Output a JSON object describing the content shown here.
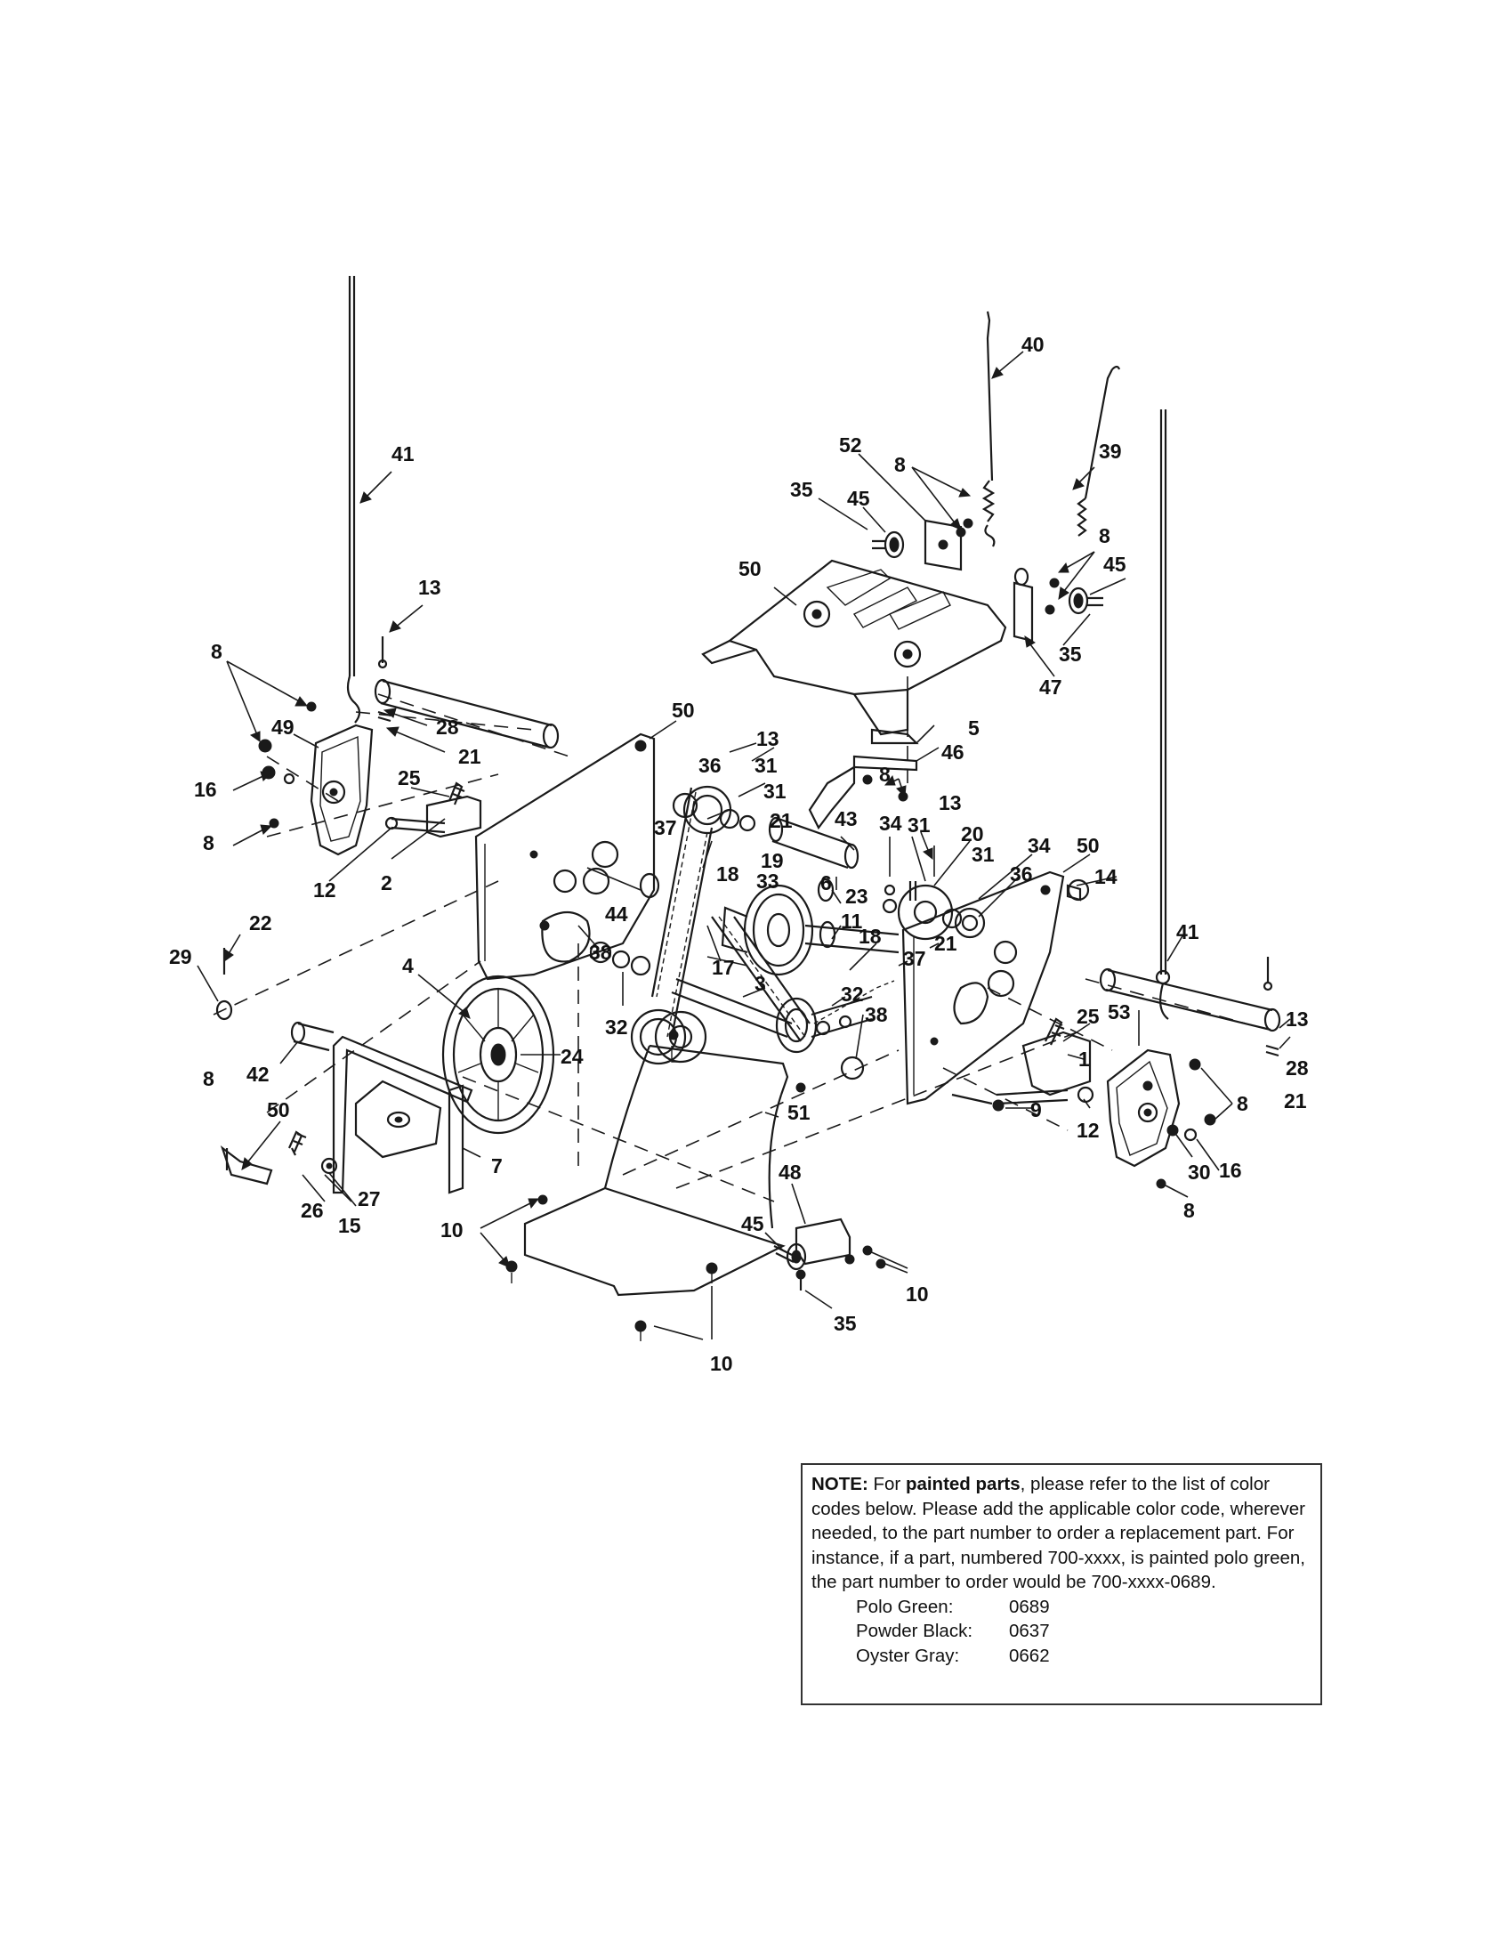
{
  "callouts": [
    {
      "n": "41"
    },
    {
      "n": "13"
    },
    {
      "n": "8"
    },
    {
      "n": "49"
    },
    {
      "n": "16"
    },
    {
      "n": "8"
    },
    {
      "n": "28"
    },
    {
      "n": "21"
    },
    {
      "n": "25"
    },
    {
      "n": "12"
    },
    {
      "n": "2"
    },
    {
      "n": "50"
    },
    {
      "n": "13"
    },
    {
      "n": "36"
    },
    {
      "n": "31"
    },
    {
      "n": "31"
    },
    {
      "n": "21"
    },
    {
      "n": "37"
    },
    {
      "n": "18"
    },
    {
      "n": "19"
    },
    {
      "n": "33"
    },
    {
      "n": "44"
    },
    {
      "n": "38"
    },
    {
      "n": "32"
    },
    {
      "n": "17"
    },
    {
      "n": "3"
    },
    {
      "n": "22"
    },
    {
      "n": "29"
    },
    {
      "n": "4"
    },
    {
      "n": "24"
    },
    {
      "n": "42"
    },
    {
      "n": "50"
    },
    {
      "n": "26"
    },
    {
      "n": "15"
    },
    {
      "n": "27"
    },
    {
      "n": "7"
    },
    {
      "n": "10"
    },
    {
      "n": "40"
    },
    {
      "n": "52"
    },
    {
      "n": "8"
    },
    {
      "n": "39"
    },
    {
      "n": "35"
    },
    {
      "n": "45"
    },
    {
      "n": "50"
    },
    {
      "n": "8"
    },
    {
      "n": "45"
    },
    {
      "n": "35"
    },
    {
      "n": "47"
    },
    {
      "n": "5"
    },
    {
      "n": "46"
    },
    {
      "n": "8"
    },
    {
      "n": "43"
    },
    {
      "n": "34"
    },
    {
      "n": "31"
    },
    {
      "n": "13"
    },
    {
      "n": "20"
    },
    {
      "n": "6"
    },
    {
      "n": "23"
    },
    {
      "n": "11"
    },
    {
      "n": "18"
    },
    {
      "n": "31"
    },
    {
      "n": "34"
    },
    {
      "n": "50"
    },
    {
      "n": "36"
    },
    {
      "n": "14"
    },
    {
      "n": "21"
    },
    {
      "n": "37"
    },
    {
      "n": "32"
    },
    {
      "n": "38"
    },
    {
      "n": "41"
    },
    {
      "n": "25"
    },
    {
      "n": "53"
    },
    {
      "n": "13"
    },
    {
      "n": "28"
    },
    {
      "n": "21"
    },
    {
      "n": "1"
    },
    {
      "n": "8"
    },
    {
      "n": "9"
    },
    {
      "n": "12"
    },
    {
      "n": "30"
    },
    {
      "n": "16"
    },
    {
      "n": "8"
    },
    {
      "n": "51"
    },
    {
      "n": "48"
    },
    {
      "n": "45"
    },
    {
      "n": "10"
    },
    {
      "n": "35"
    },
    {
      "n": "10"
    },
    {
      "n": "8"
    }
  ],
  "note": {
    "lead": "NOTE:",
    "t1": " For ",
    "bold": "painted parts",
    "t2": ", please refer to the list of color codes below. Please add the applicable color code, wherever needed, to the part number to order a replacement part. For instance, if a part, numbered 700-xxxx, is painted polo green, the part number to order would be 700-xxxx-0689.",
    "codes": [
      {
        "name": "Polo Green:",
        "code": "0689"
      },
      {
        "name": "Powder Black:",
        "code": "0637"
      },
      {
        "name": "Oyster Gray:",
        "code": "0662"
      }
    ]
  },
  "colors": {
    "ink": "#1a1a1a",
    "paper": "#ffffff"
  }
}
